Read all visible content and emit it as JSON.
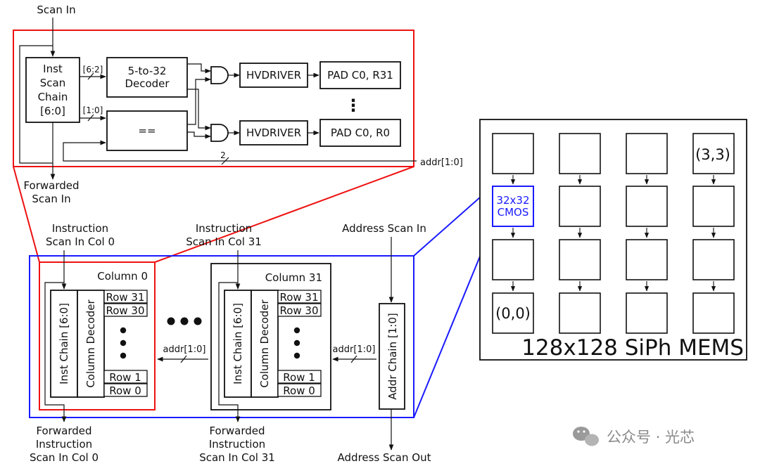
{
  "top_detail": {
    "scan_in": "Scan In",
    "inst_chain": [
      "Inst",
      "Scan",
      "Chain",
      "[6:0]"
    ],
    "bus_hi": "[6:2]",
    "bus_lo": "[1:0]",
    "decoder": [
      "5-to-32",
      "Decoder"
    ],
    "comparator": "==",
    "hvdriver_top": "HVDRIVER",
    "hvdriver_bottom": "HVDRIVER",
    "pad_top": "PAD C0, R31",
    "pad_bottom": "PAD C0, R0",
    "vdots": "⋮",
    "bus_width": "2",
    "addr_label": "addr[1:0]",
    "forwarded": [
      "Forwarded",
      "Scan In"
    ]
  },
  "bottom": {
    "instr_col0_in": [
      "Instruction",
      "Scan In Col 0"
    ],
    "instr_col31_in": [
      "Instruction",
      "Scan In Col 31"
    ],
    "addr_scan_in": "Address Scan In",
    "col0": {
      "title": "Column 0",
      "chain": "Inst Chain [6:0]",
      "decoder": "Column Decoder",
      "row_top1": "Row 31",
      "row_top2": "Row 30",
      "row_bot1": "Row 1",
      "row_bot2": "Row 0"
    },
    "col31": {
      "title": "Column 31",
      "chain": "Inst Chain [6:0]",
      "decoder": "Column Decoder",
      "row_top1": "Row 31",
      "row_top2": "Row 30",
      "row_bot1": "Row 1",
      "row_bot2": "Row 0"
    },
    "addr_chain": "Addr Chain [1:0]",
    "addr_bus_1": "addr[1:0]",
    "addr_bus_2": "addr[1:0]",
    "fwd_col0": [
      "Forwarded",
      "Instruction",
      "Scan In Col 0"
    ],
    "fwd_col31": [
      "Forwarded",
      "Instruction",
      "Scan In Col 31"
    ],
    "addr_scan_out": "Address Scan Out"
  },
  "mems": {
    "title": "128x128 SiPh MEMS",
    "top_right_label": "(3,3)",
    "bottom_left_label": "(0,0)",
    "cmos_label": [
      "32x32",
      "CMOS"
    ]
  },
  "watermark": "公众号 · 光芯",
  "colors": {
    "red": "#ee1111",
    "blue": "#1a1aff",
    "ink": "#111111"
  }
}
